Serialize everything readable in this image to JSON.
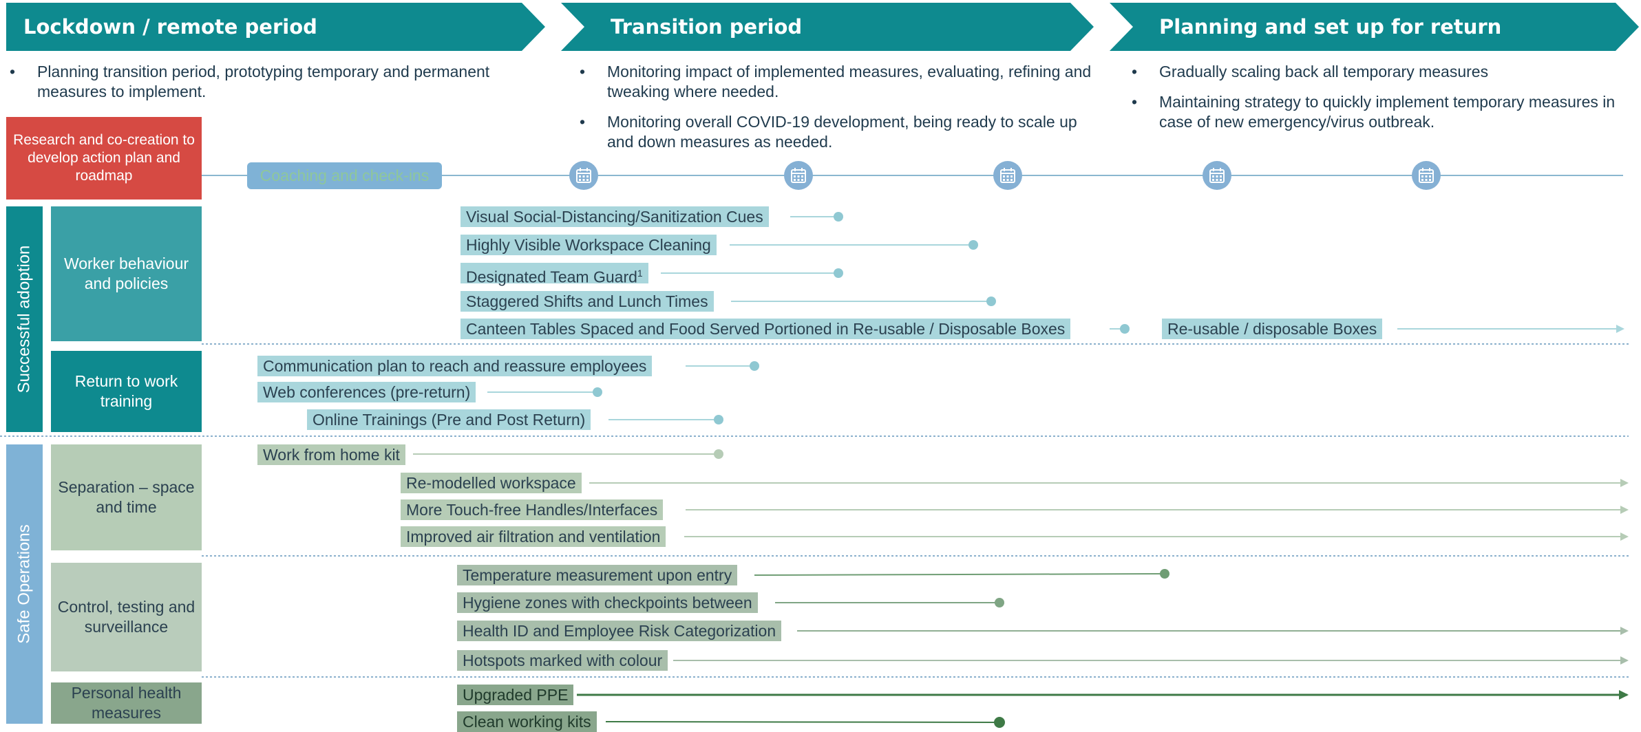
{
  "phases": [
    {
      "title": "Lockdown / remote period",
      "bullets": [
        "Planning transition period, prototyping temporary and permanent measures to implement."
      ]
    },
    {
      "title": "Transition period",
      "bullets": [
        "Monitoring impact of implemented measures, evaluating, refining and tweaking where needed.",
        "Monitoring overall COVID-19 development, being ready to scale up and down measures as needed."
      ]
    },
    {
      "title": "Planning and set up for return",
      "bullets": [
        "Gradually scaling back all temporary measures",
        "Maintaining strategy to quickly implement temporary measures in case of new emergency/virus outbreak."
      ]
    }
  ],
  "research_box": "Research and co-creation to develop action plan and roadmap",
  "coaching_label": "Coaching and check-ins",
  "checkin_icon": "calendar-icon",
  "groups": [
    {
      "title": "Successful adoption",
      "color": "#0e8a8f"
    },
    {
      "title": "Safe Operations",
      "color": "#7fb2d6"
    }
  ],
  "categories": [
    {
      "title": "Worker behaviour and policies",
      "color": "#3aa0a6"
    },
    {
      "title": "Return to work training",
      "color": "#0e8a8f"
    },
    {
      "title": "Separation – space and time",
      "color": "#b6ccb6"
    },
    {
      "title": "Control, testing and surveillance",
      "color": "#b9ccbb"
    },
    {
      "title": "Personal health measures",
      "color": "#89a68c"
    }
  ],
  "measures": {
    "worker": [
      {
        "label": "Visual Social-Distancing/Sanitization Cues"
      },
      {
        "label": "Highly Visible Workspace Cleaning"
      },
      {
        "label": "Designated Team Guard",
        "sup": "1"
      },
      {
        "label": "Staggered Shifts and Lunch Times"
      },
      {
        "label": "Canteen Tables Spaced and Food Served Portioned in Re-usable / Disposable Boxes"
      },
      {
        "label": "Re-usable / disposable Boxes"
      }
    ],
    "training": [
      {
        "label": "Communication plan to reach and reassure employees"
      },
      {
        "label": "Web conferences (pre-return)"
      },
      {
        "label": "Online Trainings (Pre and Post Return)"
      }
    ],
    "separation": [
      {
        "label": "Work from home kit"
      },
      {
        "label": "Re-modelled workspace"
      },
      {
        "label": "More Touch-free Handles/Interfaces"
      },
      {
        "label": "Improved air filtration and ventilation"
      }
    ],
    "control": [
      {
        "label": "Temperature measurement upon entry"
      },
      {
        "label": "Hygiene zones with checkpoints between"
      },
      {
        "label": "Health ID and Employee Risk Categorization"
      },
      {
        "label": "Hotspots marked with colour"
      }
    ],
    "health": [
      {
        "label": "Upgraded PPE"
      },
      {
        "label": "Clean working kits"
      }
    ]
  },
  "colors": {
    "teal": "#0e8a8f",
    "red": "#d64a43",
    "lightblue": "#7fb2d6"
  }
}
